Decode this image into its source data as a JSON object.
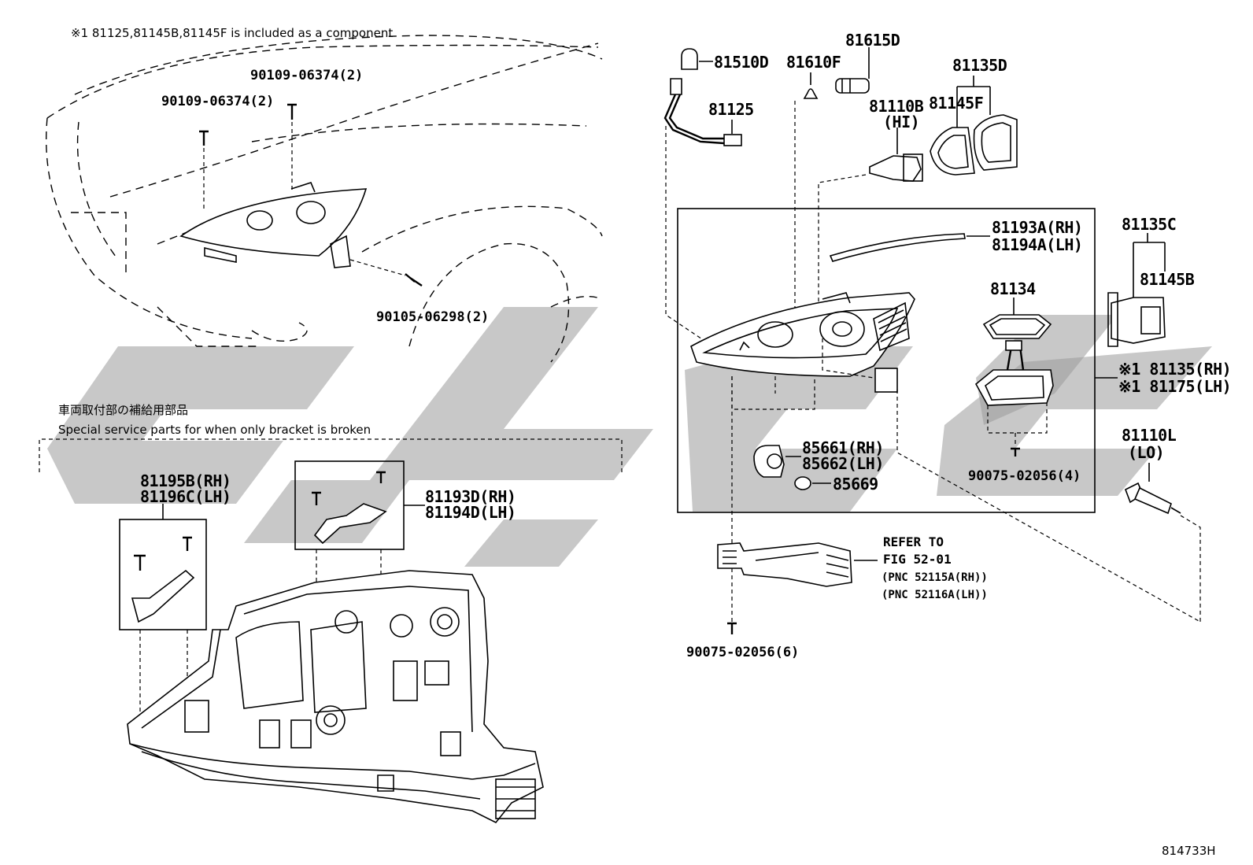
{
  "header_note": "※1 81125,81145B,81145F is included as a component",
  "figure_id": "814733H",
  "special_parts": {
    "title_jp": "車両取付部の補給用部品",
    "title_en": "Special service parts for when only bracket is broken"
  },
  "labels": {
    "bolt_a": "90109-06374(2)",
    "bolt_b": "90109-06374(2)",
    "bolt_c": "90105-06298(2)",
    "p81510D": "81510D",
    "p81610F": "81610F",
    "p81615D": "81615D",
    "p81125": "81125",
    "p81110B": "81110B",
    "p81110B_sub": "(HI)",
    "p81135D": "81135D",
    "p81145F": "81145F",
    "p81193A": "81193A(RH)",
    "p81194A": "81194A(LH)",
    "p81134": "81134",
    "p81135C": "81135C",
    "p81145B": "81145B",
    "p81135RH": "※1 81135(RH)",
    "p81175LH": "※1 81175(LH)",
    "p85661": "85661(RH)",
    "p85662": "85662(LH)",
    "p85669": "85669",
    "p90075_4": "90075-02056(4)",
    "p81110L": "81110L",
    "p81110L_sub": "(LO)",
    "p90075_6": "90075-02056(6)",
    "p81195B": "81195B(RH)",
    "p81196C": "81196C(LH)",
    "p81193D": "81193D(RH)",
    "p81194D": "81194D(LH)"
  },
  "refer": {
    "line1": "REFER TO",
    "line2": "FIG 52-01",
    "line3": "(PNC 52115A(RH))",
    "line4": "(PNC 52116A(LH))"
  }
}
